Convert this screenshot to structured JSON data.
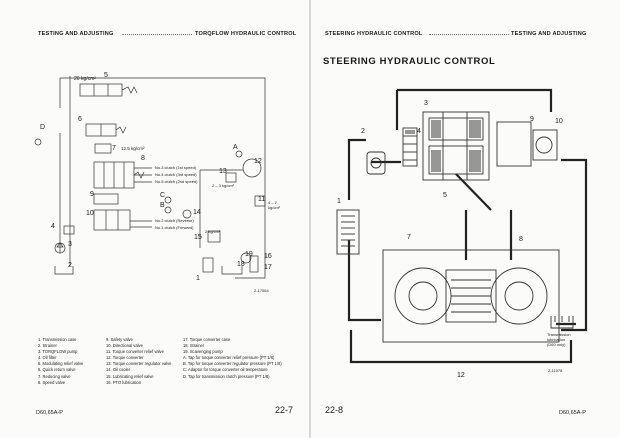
{
  "left_page": {
    "header_left": "TESTING AND ADJUSTING",
    "header_right": "TORQFLOW HYDRAULIC CONTROL",
    "diagram_labels": {
      "n1": "1",
      "n2": "2",
      "n3": "3",
      "n4": "4",
      "n5": "5",
      "n6": "6",
      "n7": "7",
      "n8": "8",
      "n9": "9",
      "n10": "10",
      "n11": "11",
      "n12": "12",
      "n13": "13",
      "n14": "14",
      "n15": "15",
      "n16": "16",
      "n17": "17",
      "n18": "18",
      "n19": "19",
      "lA": "A",
      "lB": "B",
      "lC": "C",
      "lD": "D",
      "p20": "20 kg/cm²",
      "p125": "12.5 kg/cm²",
      "p2to3": "2 – 3 kg/cm²",
      "p4to7": "4 – 7\nkg/cm²",
      "p2": "2 kg/cm²",
      "c1st": "No.3 clutch (1st speed)",
      "c3rd": "No.4 clutch (3rd speed)",
      "c2nd": "No.5 clutch (2nd speed)",
      "crev": "No.2 clutch (Reverse)",
      "cfwd": "No.1 clutch (Forward)",
      "ref": "2-17064"
    },
    "legend": {
      "col1": [
        "1.  Transmission case",
        "2.  Strainer",
        "3.  TORQFLOW pump",
        "4.  Oil filter",
        "5.  Modulating relief valve",
        "6.  Quick return valve",
        "7.  Reducing valve",
        "8.  Speed valve"
      ],
      "col2": [
        "9.  Safety valve",
        "10.  Directional valve",
        "11.  Torque converter relief valve",
        "12.  Torque converter",
        "13.  Torque converter regulator valve",
        "14.  Oil cooler",
        "15.  Lubricating relief valve",
        "16.  PTO lubrication"
      ],
      "col3": [
        "17.  Torque converter case",
        "18.  Strainer",
        "19.  Scavenging pump",
        "A.  Tap for torque converter relief pressure (PT 1/8)",
        "B.  Tap for torque converter regulator pressure (PT 1/8)",
        "C.  Adaptor for torque converter oil temperature",
        "D.  Tap for transmission clutch pressure (PT 1/8)"
      ]
    },
    "footer_model": "D60,65A-P",
    "footer_page": "22-7"
  },
  "right_page": {
    "header_left": "STEERING HYDRAULIC CONTROL",
    "header_right": "TESTING AND ADJUSTING",
    "section_title": "STEERING HYDRAULIC CONTROL",
    "callouts": {
      "c1": "1",
      "c2": "2",
      "c3": "3",
      "c4": "4",
      "c5": "5",
      "c7": "7",
      "c8": "8",
      "c9": "9",
      "c10": "10",
      "c12": "12"
    },
    "trans_note": "Transmission\nlubrication\n(D60 only)",
    "ref": "2-11078",
    "footer_page": "22-8",
    "footer_model": "D60,65A-P"
  }
}
